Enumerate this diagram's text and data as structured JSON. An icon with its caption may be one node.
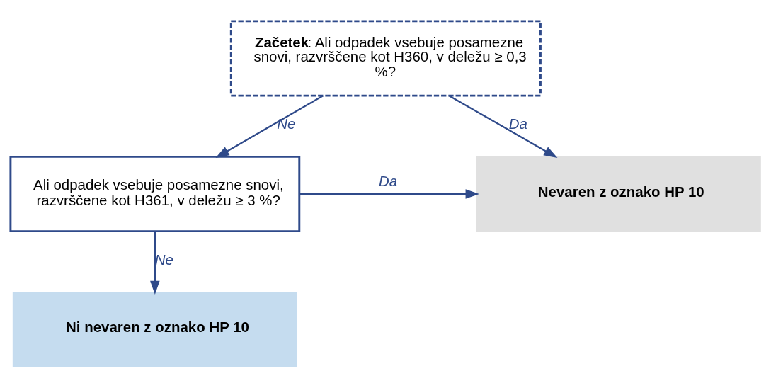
{
  "diagram": {
    "nodes": [
      {
        "text": [
          "**Začetek**: Ali odpadek vsebuje posamezne snovi, razvrščene kot H360, v deležu ≥ 0,3 %?"
        ]
      },
      {
        "text": [
          "Nevaren z oznako HP 10"
        ]
      },
      {
        "text": [
          "Ali odpadek vsebuje posamezne snovi, razvrščene kot H361, v deležu ≥ 3 %?"
        ]
      },
      {
        "text": [
          "Ni nevaren z oznako HP 10"
        ]
      }
    ],
    "edges": [
      {
        "from": 0,
        "to": 1,
        "arrow": "to",
        "label": "Da"
      },
      {
        "from": 0,
        "to": 2,
        "arrow": "to",
        "label": "Ne"
      },
      {
        "from": 2,
        "to": 1,
        "arrow": "to",
        "label": "Da"
      },
      {
        "from": 2,
        "to": 3,
        "arrow": "to",
        "label": "Ne"
      }
    ]
  }
}
